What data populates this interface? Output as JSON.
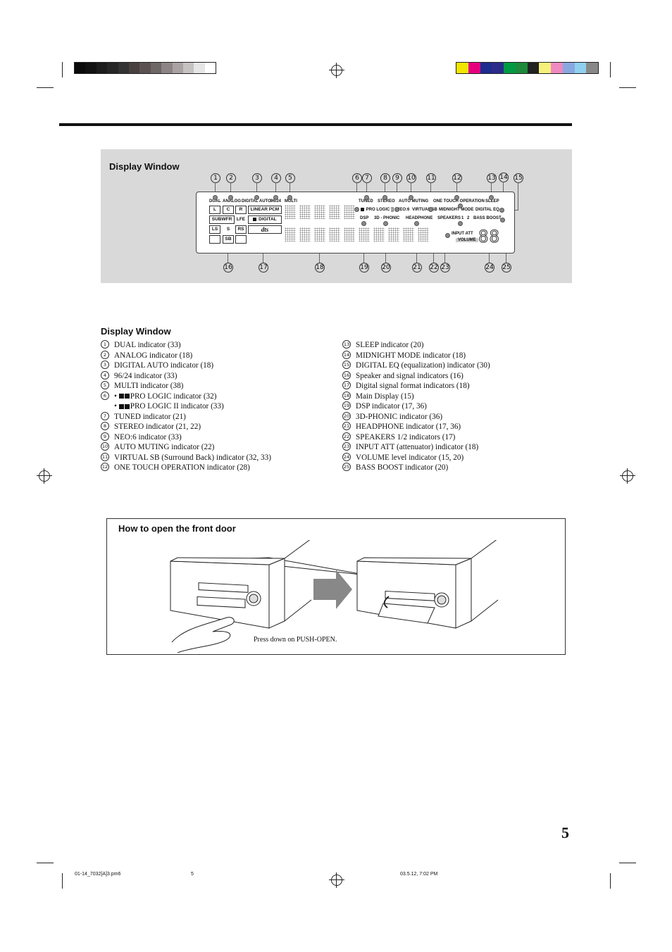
{
  "colors": {
    "gray_bar": [
      "#0a0a0a",
      "#111111",
      "#1c1c1c",
      "#262626",
      "#333333",
      "#4a4040",
      "#5c5252",
      "#6f6666",
      "#8d8585",
      "#aaa3a3",
      "#c7c2c2",
      "#e6e6e6",
      "#ffffff"
    ],
    "color_bar": [
      "#f2e600",
      "#e6007e",
      "#1d2c8f",
      "#2b2b8c",
      "#009a44",
      "#1d8a3c",
      "#222222",
      "#f5f07a",
      "#f08ac0",
      "#8aa8e0",
      "#8fd0f0",
      "#888888"
    ],
    "panel_gray": "#d9d9d9"
  },
  "display_box": {
    "title": "Display Window",
    "indicators": {
      "dual": "DUAL",
      "analog": "ANALOG",
      "digital_auto": "DIGITAL AUTO",
      "96_24": "96/24",
      "multi": "MULTI",
      "tuned": "TUNED",
      "stereo": "STEREO",
      "auto_muting": "AUTO MUTING",
      "one_touch": "ONE TOUCH OPERATION",
      "sleep": "SLEEP",
      "pro_logic": "PRO LOGIC",
      "neo6": "NEO:6",
      "virtual_sb": "VIRTUAL SB",
      "midnight_mode": "MIDNIGHT MODE",
      "digital_eq": "DIGITAL EQ",
      "dsp": "DSP",
      "3d_phonic": "3D - PHONIC",
      "headphone": "HEADPHONE",
      "speakers": "SPEAKERS",
      "speakers_1": "1",
      "speakers_2": "2",
      "bass_boost": "BASS BOOST",
      "input_att": "INPUT ATT",
      "volume": "VOLUME",
      "volume_digits": "88",
      "linear_pcm": "LINEAR PCM",
      "digital": "DIGITAL",
      "dts": "dts",
      "ch_L": "L",
      "ch_C": "C",
      "ch_R": "R",
      "ch_subwfr": "SUBWFR",
      "ch_lfe": "LFE",
      "ch_LS": "LS",
      "ch_S": "S",
      "ch_RS": "RS",
      "ch_SB": "SB"
    },
    "callouts_top": [
      "1",
      "2",
      "3",
      "4",
      "5",
      "6",
      "7",
      "8",
      "9",
      "10",
      "11",
      "12",
      "13",
      "14",
      "15"
    ],
    "callouts_bottom": [
      "16",
      "17",
      "18",
      "19",
      "20",
      "21",
      "22",
      "23",
      "24",
      "25"
    ]
  },
  "legend": {
    "title": "Display Window",
    "left": [
      {
        "n": "1",
        "text": "DUAL indicator (33)"
      },
      {
        "n": "2",
        "text": "ANALOG indicator (18)"
      },
      {
        "n": "3",
        "text": "DIGITAL AUTO indicator (18)"
      },
      {
        "n": "4",
        "text": "96/24 indicator (33)"
      },
      {
        "n": "5",
        "text": "MULTI indicator (38)"
      },
      {
        "n": "6",
        "text": "PRO LOGIC indicator (32)"
      },
      {
        "n": "",
        "text": "PRO LOGIC II indicator (33)"
      },
      {
        "n": "7",
        "text": "TUNED indicator (21)"
      },
      {
        "n": "8",
        "text": "STEREO indicator (21, 22)"
      },
      {
        "n": "9",
        "text": "NEO:6 indicator (33)"
      },
      {
        "n": "10",
        "text": "AUTO MUTING indicator (22)"
      },
      {
        "n": "11",
        "text": "VIRTUAL SB (Surround Back) indicator (32, 33)"
      },
      {
        "n": "12",
        "text": "ONE TOUCH OPERATION indicator (28)"
      }
    ],
    "right": [
      {
        "n": "13",
        "text": "SLEEP indicator (20)"
      },
      {
        "n": "14",
        "text": "MIDNIGHT MODE indicator (18)"
      },
      {
        "n": "15",
        "text": "DIGITAL EQ (equalization) indicator (30)"
      },
      {
        "n": "16",
        "text": "Speaker and signal indicators (16)"
      },
      {
        "n": "17",
        "text": "Digital signal format indicators (18)"
      },
      {
        "n": "18",
        "text": "Main Display (15)"
      },
      {
        "n": "19",
        "text": "DSP indicator (17, 36)"
      },
      {
        "n": "20",
        "text": "3D-PHONIC indicator (36)"
      },
      {
        "n": "21",
        "text": "HEADPHONE indicator (17, 36)"
      },
      {
        "n": "22",
        "text": "SPEAKERS 1/2 indicators (17)"
      },
      {
        "n": "23",
        "text": "INPUT ATT (attenuator) indicator (18)"
      },
      {
        "n": "24",
        "text": "VOLUME level indicator (15, 20)"
      },
      {
        "n": "25",
        "text": "BASS BOOST indicator (20)"
      }
    ]
  },
  "door": {
    "title": "How to open the front door",
    "caption": "Press down on PUSH-OPEN."
  },
  "page_number": "5",
  "footer": {
    "file": "01-14_7032[A]3.pm6",
    "page": "5",
    "date": "03.5.12, 7:02 PM"
  }
}
